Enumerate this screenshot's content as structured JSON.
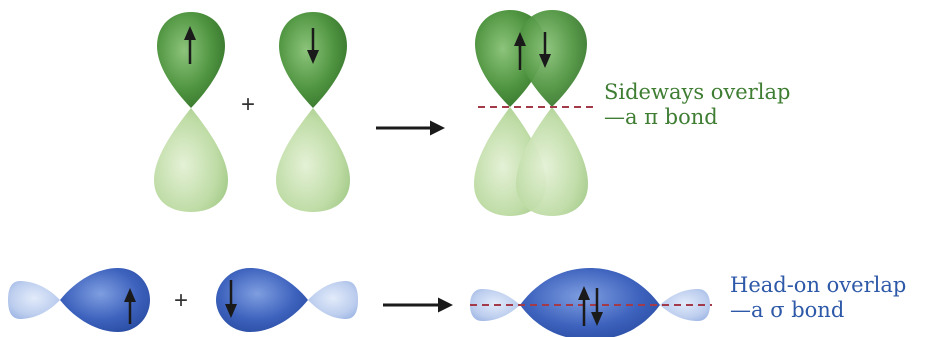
{
  "pi_row": {
    "plus": "+",
    "caption_line1": "Sideways overlap",
    "caption_line2": "—a π bond"
  },
  "sigma_row": {
    "plus": "+",
    "caption_line1": "Head-on overlap",
    "caption_line2": "—a σ bond"
  },
  "colors": {
    "pi_dark": "#3f7d33",
    "pi_light": "#b6d69c",
    "sigma_dark": "#2e59a8",
    "sigma_light": "#b4c8ea",
    "bond_axis": "#a33a4a",
    "arrow": "#1a1a1a"
  }
}
